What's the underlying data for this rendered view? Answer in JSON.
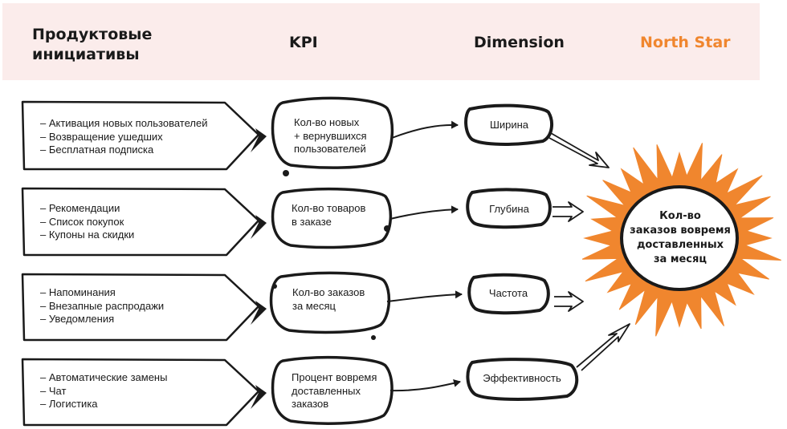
{
  "header": {
    "col_initiatives": "Продуктовые инициативы",
    "col_kpi": "KPI",
    "col_dimension": "Dimension",
    "col_north_star": "North Star"
  },
  "rows": [
    {
      "initiatives": [
        "– Активация новых пользователей",
        "– Возвращение ушедших",
        "– Бесплатная подписка"
      ],
      "kpi": [
        "Кол-во новых",
        "+ вернувшихся",
        "пользователей"
      ],
      "dimension": "Ширина"
    },
    {
      "initiatives": [
        "– Рекомендации",
        "– Список покупок",
        "– Купоны на скидки"
      ],
      "kpi": [
        "Кол-во товаров",
        "в заказе"
      ],
      "dimension": "Глубина"
    },
    {
      "initiatives": [
        "– Напоминания",
        "– Внезапные распродажи",
        "– Уведомления"
      ],
      "kpi": [
        "Кол-во заказов",
        "за месяц"
      ],
      "dimension": "Частота"
    },
    {
      "initiatives": [
        "– Автоматические замены",
        "– Чат",
        "– Логистика"
      ],
      "kpi": [
        "Процент вовремя",
        "доставленных",
        "заказов"
      ],
      "dimension": "Эффективность"
    }
  ],
  "north_star": {
    "lines": [
      "Кол-во",
      "заказов вовремя",
      "доставленных",
      "за месяц"
    ],
    "color": "#f0862e"
  },
  "colors": {
    "header_bg": "#fbeceb",
    "accent": "#f0862e",
    "ink": "#1a1a1a"
  }
}
